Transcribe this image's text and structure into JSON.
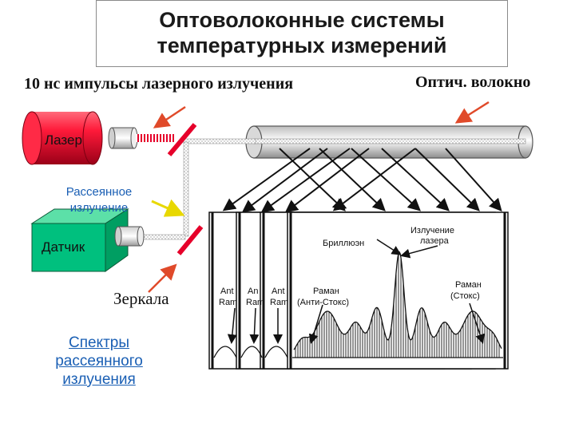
{
  "title": {
    "line1": "Оптоволоконные системы",
    "line2": "температурных измерений"
  },
  "labels": {
    "pulses": "10 нс импульсы лазерного излучения",
    "fiber": "Оптич. волокно",
    "laser": "Лазер",
    "scattered_line1": "Рассеянное",
    "scattered_line2": "излучение",
    "sensor": "Датчик",
    "mirrors": "Зеркала",
    "spectra_line1": "Спектры",
    "spectra_line2": "рассеянного",
    "spectra_line3": "излучения"
  },
  "spectrum": {
    "brillouin": "Бриллюэн",
    "laser_line1": "Излучение",
    "laser_line2": "лазера",
    "raman_anti_line1": "Раман",
    "raman_anti_line2": "(Анти-Стокс)",
    "raman_stokes_line1": "Раман",
    "raman_stokes_line2": "(Стокс)",
    "back_labels": [
      {
        "line1": "Ant",
        "line2": "Ram"
      },
      {
        "line1": "An",
        "line2": "Ram"
      },
      {
        "line1": "Ant",
        "line2": "Ram"
      }
    ]
  },
  "colors": {
    "laser": "#e6002a",
    "sensor": "#00b878",
    "arrow": "#e04a2a",
    "accent_blue": "#1a5fb4",
    "scatter_arrow": "#e8d800"
  }
}
